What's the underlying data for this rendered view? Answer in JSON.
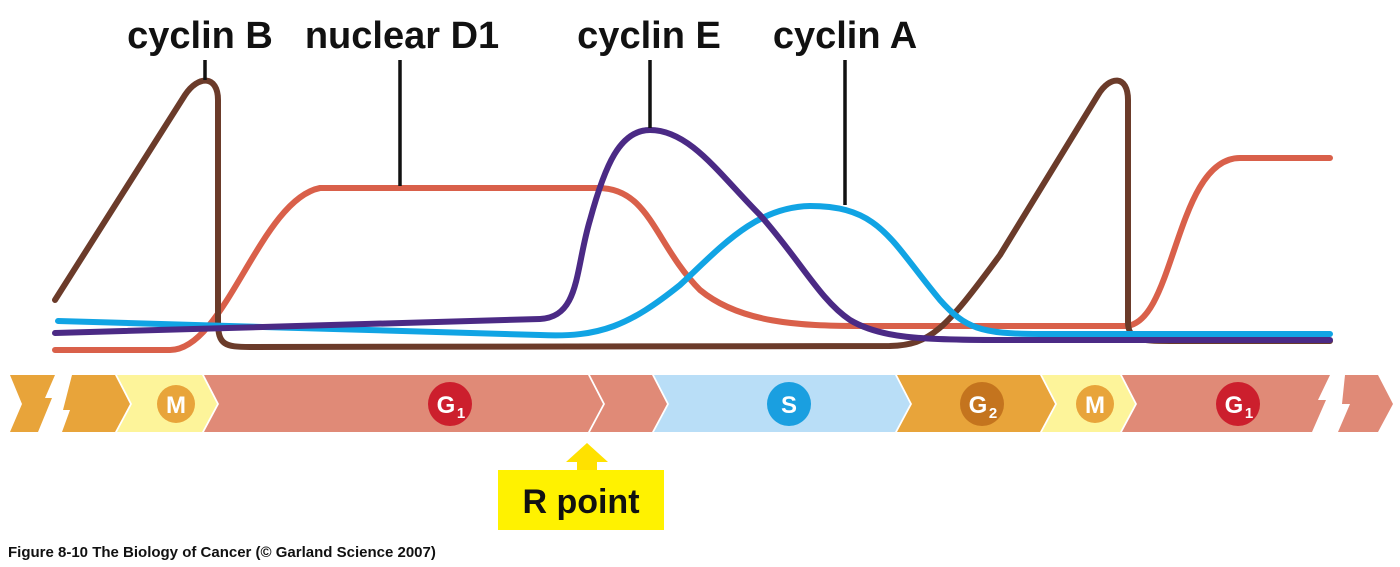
{
  "labels": {
    "cyclin_b": "cyclin B",
    "nuclear_d1": "nuclear D1",
    "cyclin_e": "cyclin E",
    "cyclin_a": "cyclin A"
  },
  "phases": {
    "m1": {
      "letter": "M",
      "sub": ""
    },
    "g1a": {
      "letter": "G",
      "sub": "1"
    },
    "s": {
      "letter": "S",
      "sub": ""
    },
    "g2": {
      "letter": "G",
      "sub": "2"
    },
    "m2": {
      "letter": "M",
      "sub": ""
    },
    "g1b": {
      "letter": "G",
      "sub": "1"
    }
  },
  "r_point": "R point",
  "caption": "Figure 8-10  The Biology of Cancer (© Garland Science 2007)",
  "colors": {
    "cyclin_b": "#6b3b2a",
    "nuclear_d1": "#d9604a",
    "cyclin_e": "#4b2a85",
    "cyclin_a": "#11a4e4",
    "phase_m": "#fdf49a",
    "phase_g1": "#e08a77",
    "phase_s": "#b9def7",
    "phase_g2": "#e8a43a",
    "r_point_box": "#fff200",
    "r_point_arrow": "#ffe100"
  }
}
